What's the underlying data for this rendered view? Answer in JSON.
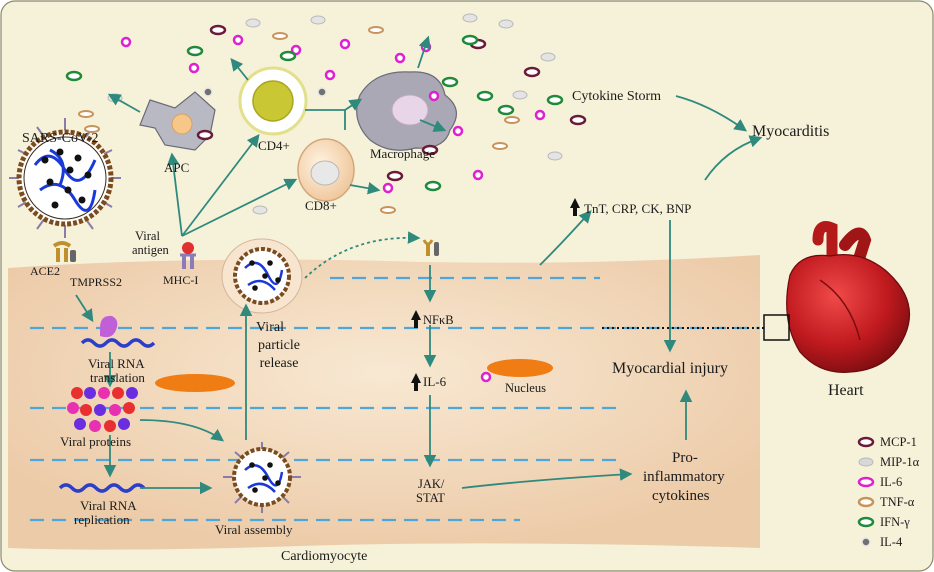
{
  "labels": {
    "sars_cov_2": "SARS-CoV-2",
    "ace2": "ACE2",
    "tmprss2": "TMPRSS2",
    "apc": "APC",
    "cd4": "CD4+",
    "cd8": "CD8+",
    "macrophage": "Macrophage",
    "viral_antigen_l1": "Viral",
    "viral_antigen_l2": "antigen",
    "mhc1": "MHC-I",
    "cytokine_storm": "Cytokine Storm",
    "myocarditis": "Myocarditis",
    "markers": "TnT, CRP, CK, BNP",
    "myocardial_injury": "Myocardial injury",
    "heart": "Heart",
    "pro_inflam_l1": "Pro-",
    "pro_inflam_l2": "inflammatory",
    "pro_inflam_l3": "cytokines",
    "viral_particle_l1": "Viral",
    "viral_particle_l2": "particle",
    "viral_particle_l3": "release",
    "nfkb": "NFκB",
    "il6_inner": "IL-6",
    "nucleus": "Nucleus",
    "viral_rna_translation_l1": "Viral RNA",
    "viral_rna_translation_l2": "translation",
    "viral_proteins": "Viral proteins",
    "viral_rna_replication_l1": "Viral RNA",
    "viral_rna_replication_l2": "replication",
    "viral_assembly": "Viral assembly",
    "jak_stat_l1": "JAK/",
    "jak_stat_l2": "STAT",
    "cardiomyocyte": "Cardiomyocyte"
  },
  "legend": [
    {
      "label": "MCP-1",
      "color": "#6b1a3a",
      "kind": "ring"
    },
    {
      "label": "MIP-1α",
      "color": "#d8d8d8",
      "kind": "grey"
    },
    {
      "label": "IL-6",
      "color": "#e020d0",
      "kind": "ring"
    },
    {
      "label": "TNF-α",
      "color": "#c8935a",
      "kind": "ring"
    },
    {
      "label": "IFN-γ",
      "color": "#1f8a3a",
      "kind": "ring"
    },
    {
      "label": "IL-4",
      "color": "#707070",
      "kind": "dot"
    }
  ],
  "colors": {
    "background": "#f6f1d9",
    "cell": "#f3dcc0",
    "arrow": "#2f8a7d",
    "dashed_line": "#4ea7d6",
    "nucleus": "#f07d14",
    "rna": "#2b3fc8",
    "heart": "#c41e23"
  }
}
